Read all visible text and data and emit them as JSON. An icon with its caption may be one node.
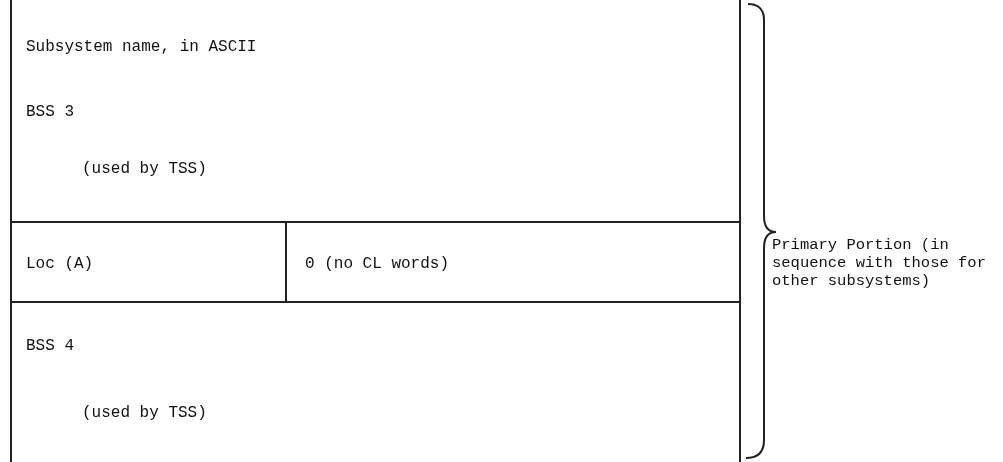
{
  "diagram": {
    "nodes": [
      {
        "text": [
          "Subsystem name, in ASCII",
          "BSS 3",
          "(used by TSS)"
        ]
      },
      {
        "text": [
          "Loc (A)"
        ]
      },
      {
        "text": [
          "0 (no CL words)"
        ]
      },
      {
        "text": [
          "BSS 4",
          "(used by TSS)"
        ]
      }
    ],
    "labels": [
      "Primary Portion (in sequence with those for other subsystems)"
    ]
  }
}
